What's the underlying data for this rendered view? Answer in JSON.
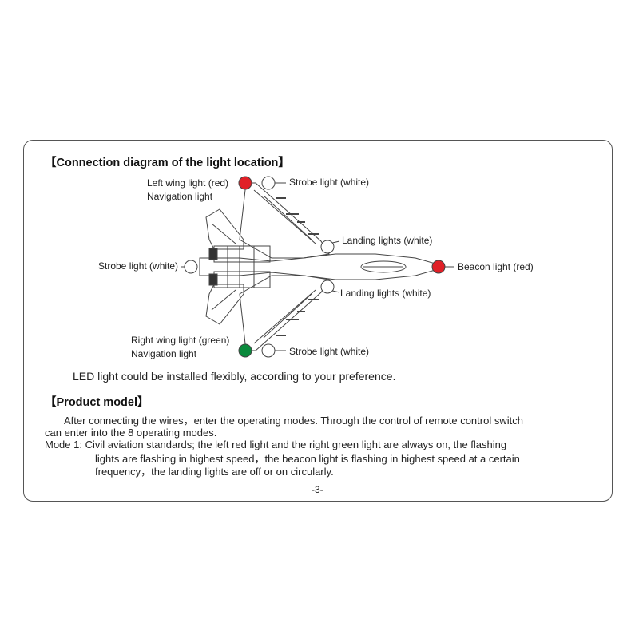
{
  "section1": {
    "heading": "【Connection diagram of the light location】",
    "labels": {
      "left_wing": "Left wing light (red)",
      "left_nav": "Navigation light",
      "strobe_top": "Strobe light (white)",
      "landing_top": "Landing lights (white)",
      "strobe_tail": "Strobe light (white)",
      "beacon": "Beacon light (red)",
      "landing_bottom": "Landing lights (white)",
      "right_wing": "Right wing light (green)",
      "right_nav": "Navigation light",
      "strobe_bottom": "Strobe light (white)"
    },
    "note": "LED light could be installed flexibly, according to your preference."
  },
  "section2": {
    "heading": "【Product model】",
    "intro_line1": "After connecting the wires，enter the operating modes. Through the control of remote control switch",
    "intro_line2": "can enter into the 8 operating modes.",
    "mode1_line1": "Mode 1: Civil aviation standards; the left red light and the right green light are always on, the flashing",
    "mode1_line2": "lights are flashing in highest speed，the beacon light is flashing in highest speed at a certain",
    "mode1_line3": "frequency，the landing lights are off or on circularly."
  },
  "page_number": "-3-",
  "colors": {
    "red_light": "#e02027",
    "green_light": "#0a8a3c",
    "white_light": "#ffffff",
    "outline": "#444444"
  }
}
